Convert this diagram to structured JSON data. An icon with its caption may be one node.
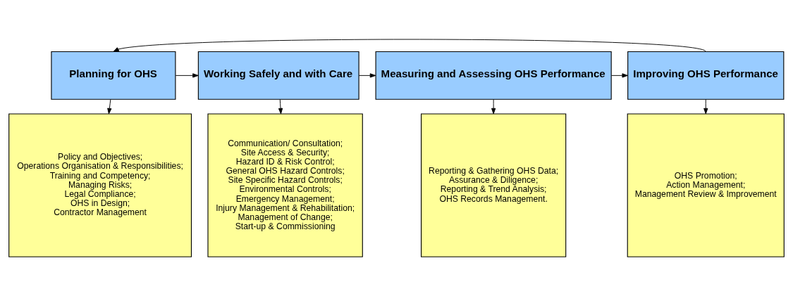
{
  "diagram": {
    "nodes": [
      {
        "text": [
          "Planning for OHS"
        ]
      },
      {
        "text": [
          "Working Safely and with Care"
        ]
      },
      {
        "text": [
          "Measuring and Assessing OHS Performance"
        ]
      },
      {
        "text": [
          "Improving OHS Performance"
        ]
      },
      {
        "text": [
          "Policy and Objectives; Operations Organisation & Responsibilities; Training and Competency; Managing Risks; Legal Compliance; OHS in Design; Contractor Management"
        ]
      },
      {
        "text": [
          "Communication/ Consultation; Site Access & Security; Hazard ID & Risk Control; General OHS Hazard Controls; Site Specific Hazard Controls; Environmental Controls; Emergency Management; Injury Management & Rehabilitation; Management of Change; Start-up & Commissioning"
        ]
      },
      {
        "text": [
          "Reporting & Gathering OHS Data; Assurance & Diligence; Reporting & Trend Analysis; OHS Records Management."
        ]
      },
      {
        "text": [
          "OHS Promotion; Action Management; Management Review & Improvement"
        ]
      }
    ],
    "edges": [
      {
        "from": 0,
        "to": 1,
        "arrow": "to"
      },
      {
        "from": 1,
        "to": 2,
        "arrow": "to"
      },
      {
        "from": 2,
        "to": 3,
        "arrow": "to"
      },
      {
        "from": 3,
        "to": 0,
        "arrow": "to"
      },
      {
        "from": 0,
        "to": 4,
        "arrow": "to"
      },
      {
        "from": 1,
        "to": 5,
        "arrow": "to"
      },
      {
        "from": 2,
        "to": 6,
        "arrow": "to"
      },
      {
        "from": 3,
        "to": 7,
        "arrow": "to"
      }
    ]
  }
}
